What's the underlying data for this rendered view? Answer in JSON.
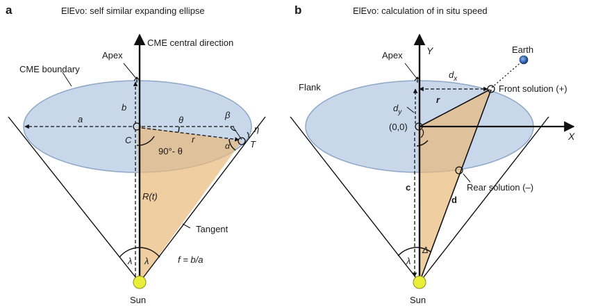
{
  "panel_a": {
    "letter": "a",
    "title": "ElEvo: self similar expanding ellipse",
    "labels": {
      "cme_direction": "CME central direction",
      "apex": "Apex",
      "boundary": "CME boundary",
      "a": "a",
      "b": "b",
      "theta": "θ",
      "beta": "β",
      "eta": "η",
      "C": "C",
      "T": "T",
      "angle_90": "90°- θ",
      "r": "r",
      "alpha": "α",
      "R": "R(t)",
      "tangent": "Tangent",
      "lambda_left": "λ",
      "lambda_right": "λ",
      "f": "f = b/a",
      "sun": "Sun"
    }
  },
  "panel_b": {
    "letter": "b",
    "title": "ElEvo: calculation of in situ speed",
    "labels": {
      "apex": "Apex",
      "Y": "Y",
      "earth": "Earth",
      "dx": "d",
      "dx_sub": "x",
      "flank": "Flank",
      "front": "Front solution (+)",
      "r": "r",
      "dy": "d",
      "dy_sub": "y",
      "origin": "(0,0)",
      "X": "X",
      "rear": "Rear solution (–)",
      "c": "c",
      "d": "d",
      "lambda": "λ",
      "delta": "Δ",
      "sun": "Sun"
    }
  },
  "colors": {
    "ellipse_fill": "#c9d7ea",
    "ellipse_stroke": "#8ea7c8",
    "triangle_fill": "#e8b97a",
    "sun": "#e9ee3a",
    "line": "#111111"
  }
}
